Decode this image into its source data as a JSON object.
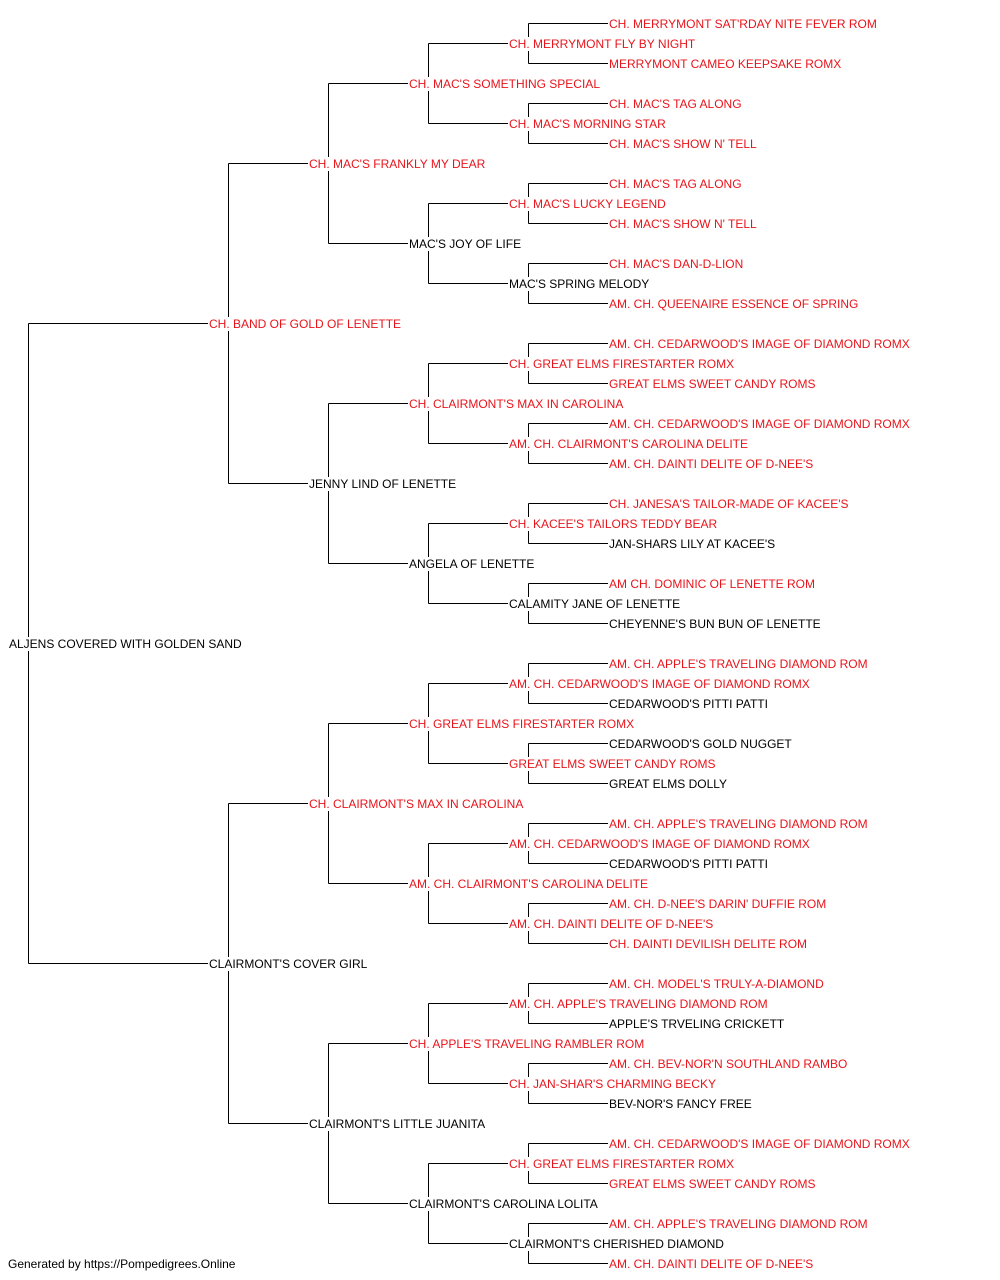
{
  "colors": {
    "champion": "#e8141b",
    "normal": "#000000",
    "line": "#000000"
  },
  "pedigree": {
    "name": "ALJENS COVERED WITH GOLDEN SAND",
    "champion": false,
    "sire": {
      "name": "CH. BAND OF GOLD OF LENETTE",
      "champion": true,
      "sire": {
        "name": "CH. MAC'S FRANKLY MY DEAR",
        "champion": true,
        "sire": {
          "name": "CH. MAC'S SOMETHING SPECIAL",
          "champion": true,
          "sire": {
            "name": "CH. MERRYMONT FLY BY NIGHT",
            "champion": true,
            "sire": {
              "name": "CH. MERRYMONT SAT'RDAY NITE FEVER ROM",
              "champion": true
            },
            "dam": {
              "name": "MERRYMONT CAMEO KEEPSAKE ROMX",
              "champion": true
            }
          },
          "dam": {
            "name": "CH. MAC'S MORNING STAR",
            "champion": true,
            "sire": {
              "name": "CH. MAC'S TAG ALONG",
              "champion": true
            },
            "dam": {
              "name": "CH. MAC'S SHOW N' TELL",
              "champion": true
            }
          }
        },
        "dam": {
          "name": "MAC'S JOY OF LIFE",
          "champion": false,
          "sire": {
            "name": "CH. MAC'S LUCKY LEGEND",
            "champion": true,
            "sire": {
              "name": "CH. MAC'S TAG ALONG",
              "champion": true
            },
            "dam": {
              "name": "CH. MAC'S SHOW N' TELL",
              "champion": true
            }
          },
          "dam": {
            "name": "MAC'S SPRING MELODY",
            "champion": false,
            "sire": {
              "name": "CH. MAC'S DAN-D-LION",
              "champion": true
            },
            "dam": {
              "name": "AM. CH. QUEENAIRE ESSENCE OF SPRING",
              "champion": true
            }
          }
        }
      },
      "dam": {
        "name": "JENNY LIND OF LENETTE",
        "champion": false,
        "sire": {
          "name": "CH. CLAIRMONT'S MAX IN CAROLINA",
          "champion": true,
          "sire": {
            "name": "CH. GREAT ELMS FIRESTARTER ROMX",
            "champion": true,
            "sire": {
              "name": "AM. CH. CEDARWOOD'S IMAGE OF DIAMOND ROMX",
              "champion": true
            },
            "dam": {
              "name": "GREAT ELMS SWEET CANDY ROMS",
              "champion": true
            }
          },
          "dam": {
            "name": "AM. CH. CLAIRMONT'S CAROLINA DELITE",
            "champion": true,
            "sire": {
              "name": "AM. CH. CEDARWOOD'S IMAGE OF DIAMOND ROMX",
              "champion": true
            },
            "dam": {
              "name": "AM. CH. DAINTI DELITE OF D-NEE'S",
              "champion": true
            }
          }
        },
        "dam": {
          "name": "ANGELA OF LENETTE",
          "champion": false,
          "sire": {
            "name": "CH. KACEE'S TAILORS TEDDY BEAR",
            "champion": true,
            "sire": {
              "name": "CH. JANESA'S TAILOR-MADE OF KACEE'S",
              "champion": true
            },
            "dam": {
              "name": "JAN-SHARS LILY AT KACEE'S",
              "champion": false
            }
          },
          "dam": {
            "name": "CALAMITY JANE OF LENETTE",
            "champion": false,
            "sire": {
              "name": "AM CH. DOMINIC OF LENETTE ROM",
              "champion": true
            },
            "dam": {
              "name": "CHEYENNE'S BUN BUN OF LENETTE",
              "champion": false
            }
          }
        }
      }
    },
    "dam": {
      "name": "CLAIRMONT'S COVER GIRL",
      "champion": false,
      "sire": {
        "name": "CH. CLAIRMONT'S MAX IN CAROLINA",
        "champion": true,
        "sire": {
          "name": "CH. GREAT ELMS FIRESTARTER ROMX",
          "champion": true,
          "sire": {
            "name": "AM. CH. CEDARWOOD'S IMAGE OF DIAMOND ROMX",
            "champion": true,
            "sire": {
              "name": "AM. CH. APPLE'S TRAVELING DIAMOND ROM",
              "champion": true
            },
            "dam": {
              "name": "CEDARWOOD'S PITTI PATTI",
              "champion": false
            }
          },
          "dam": {
            "name": "GREAT ELMS SWEET CANDY ROMS",
            "champion": true,
            "sire": {
              "name": "CEDARWOOD'S GOLD NUGGET",
              "champion": false
            },
            "dam": {
              "name": "GREAT ELMS DOLLY",
              "champion": false
            }
          }
        },
        "dam": {
          "name": "AM. CH. CLAIRMONT'S CAROLINA DELITE",
          "champion": true,
          "sire": {
            "name": "AM. CH. CEDARWOOD'S IMAGE OF DIAMOND ROMX",
            "champion": true,
            "sire": {
              "name": "AM. CH. APPLE'S TRAVELING DIAMOND ROM",
              "champion": true
            },
            "dam": {
              "name": "CEDARWOOD'S PITTI PATTI",
              "champion": false
            }
          },
          "dam": {
            "name": "AM. CH. DAINTI DELITE OF D-NEE'S",
            "champion": true,
            "sire": {
              "name": "AM. CH. D-NEE'S DARIN' DUFFIE ROM",
              "champion": true
            },
            "dam": {
              "name": "CH. DAINTI DEVILISH DELITE ROM",
              "champion": true
            }
          }
        }
      },
      "dam": {
        "name": "CLAIRMONT'S LITTLE JUANITA",
        "champion": false,
        "sire": {
          "name": "CH. APPLE'S TRAVELING RAMBLER ROM",
          "champion": true,
          "sire": {
            "name": "AM. CH. APPLE'S TRAVELING DIAMOND ROM",
            "champion": true,
            "sire": {
              "name": "AM. CH. MODEL'S TRULY-A-DIAMOND",
              "champion": true
            },
            "dam": {
              "name": "APPLE'S TRVELING CRICKETT",
              "champion": false
            }
          },
          "dam": {
            "name": "CH. JAN-SHAR'S CHARMING BECKY",
            "champion": true,
            "sire": {
              "name": "AM. CH. BEV-NOR'N SOUTHLAND RAMBO",
              "champion": true
            },
            "dam": {
              "name": "BEV-NOR'S FANCY FREE",
              "champion": false
            }
          }
        },
        "dam": {
          "name": "CLAIRMONT'S CAROLINA LOLITA",
          "champion": false,
          "sire": {
            "name": "CH. GREAT ELMS FIRESTARTER ROMX",
            "champion": true,
            "sire": {
              "name": "AM. CH. CEDARWOOD'S IMAGE OF DIAMOND ROMX",
              "champion": true
            },
            "dam": {
              "name": "GREAT ELMS SWEET CANDY ROMS",
              "champion": true
            }
          },
          "dam": {
            "name": "CLAIRMONT'S CHERISHED DIAMOND",
            "champion": false,
            "sire": {
              "name": "AM. CH. APPLE'S TRAVELING DIAMOND ROM",
              "champion": true
            },
            "dam": {
              "name": "AM. CH. DAINTI DELITE OF D-NEE'S",
              "champion": true
            }
          }
        }
      }
    }
  },
  "footer": {
    "text": "Generated by https://Pompedigrees.Online"
  }
}
